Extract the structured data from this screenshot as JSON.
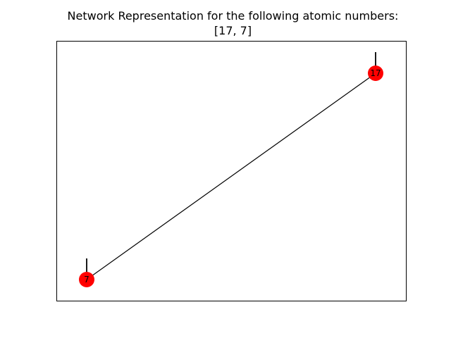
{
  "figure": {
    "title_line1": "Network Representation for the following atomic numbers:",
    "title_line2": "[17, 7]"
  },
  "network": {
    "node_color": "#ff0000",
    "edge_color": "#000000",
    "nodes": [
      {
        "label": "17"
      },
      {
        "label": "7"
      }
    ],
    "edges": [
      {
        "source": "17",
        "target": "7"
      }
    ],
    "self_loops": [
      "17",
      "7"
    ]
  }
}
